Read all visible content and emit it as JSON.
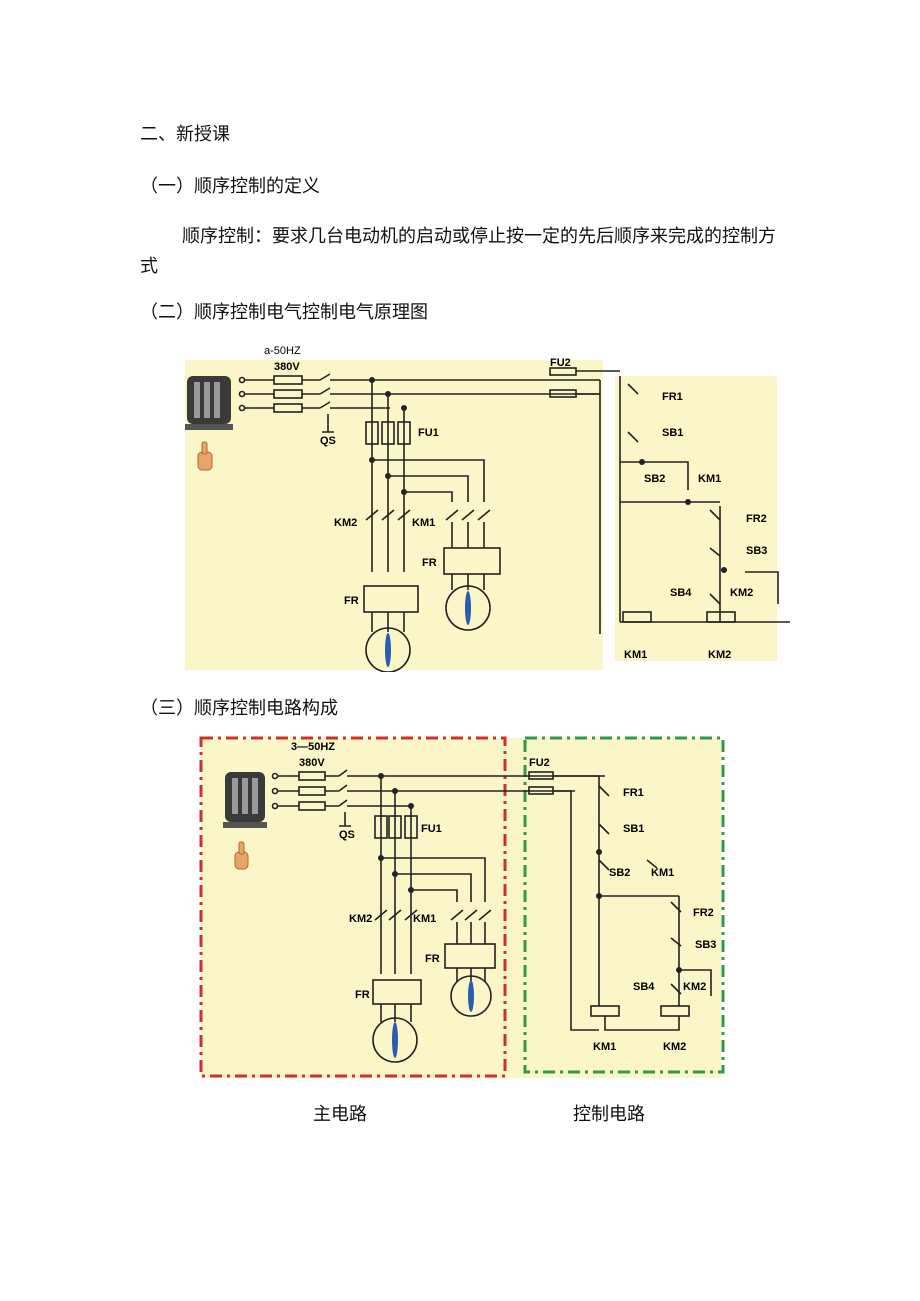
{
  "headings": {
    "h_new_lesson": "二、新授课",
    "h1": "（一）顺序控制的定义",
    "h2": "（二）顺序控制电气控制电气原理图",
    "h3": "（三）顺序控制电路构成"
  },
  "definition": {
    "text": "顺序控制：要求几台电动机的启动或停止按一定的先后顺序来完成的控制方式"
  },
  "diagram_labels": {
    "freq_a": "a-50HZ",
    "freq_b": "3—50HZ",
    "voltage": "380V",
    "qs": "QS",
    "fu1": "FU1",
    "fu2": "FU2",
    "km1": "KM1",
    "km2": "KM2",
    "fr": "FR",
    "fr1": "FR1",
    "fr2": "FR2",
    "sb1": "SB1",
    "sb2": "SB2",
    "sb3": "SB3",
    "sb4": "SB4"
  },
  "captions": {
    "main_circuit": "主电路",
    "control_circuit": "控制电路"
  },
  "colors": {
    "panel_bg": "#fbf6c8",
    "red_border": "#d0302a",
    "green_border": "#2e9a4a",
    "wire": "#222222",
    "fan_blue": "#2a5db0"
  }
}
